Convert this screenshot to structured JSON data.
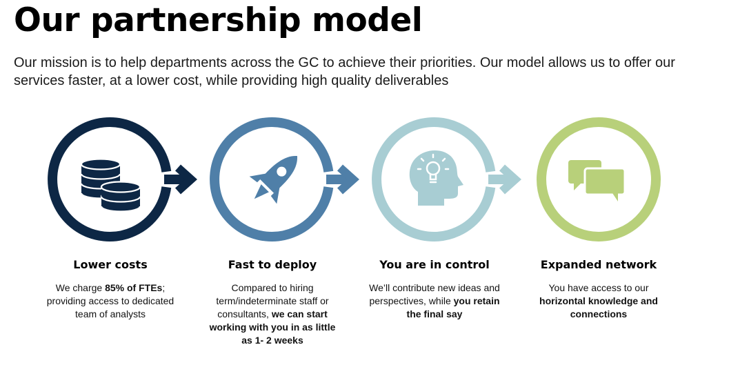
{
  "header": {
    "title": "Our partnership model",
    "mission": "Our mission is to help departments across the GC to achieve their priorities. Our model allows us to offer our services faster, at a lower cost, while providing high quality deliverables"
  },
  "colors": {
    "navy": "#0d2745",
    "blue": "#4f7fa8",
    "teal": "#a8cdd3",
    "green": "#b8d07a"
  },
  "steps": [
    {
      "icon": "coins-icon",
      "heading": "Lower costs",
      "desc": [
        {
          "t": "We charge ",
          "b": false
        },
        {
          "t": "85% of FTEs",
          "b": true
        },
        {
          "t": "; providing access to dedicated team of analysts",
          "b": false
        }
      ]
    },
    {
      "icon": "rocket-icon",
      "heading": "Fast to deploy",
      "desc": [
        {
          "t": "Compared to hiring term/indeterminate staff or consultants, ",
          "b": false
        },
        {
          "t": "we can start working with you in as little as 1- 2 weeks",
          "b": true
        }
      ]
    },
    {
      "icon": "head-lightbulb-icon",
      "heading": "You are in control",
      "desc": [
        {
          "t": "We’ll contribute new ideas and perspectives, while ",
          "b": false
        },
        {
          "t": "you retain the final say",
          "b": true
        }
      ]
    },
    {
      "icon": "chat-bubbles-icon",
      "heading": "Expanded network",
      "desc": [
        {
          "t": "You have access to our ",
          "b": false
        },
        {
          "t": "horizontal knowledge and connections",
          "b": true
        }
      ]
    }
  ]
}
